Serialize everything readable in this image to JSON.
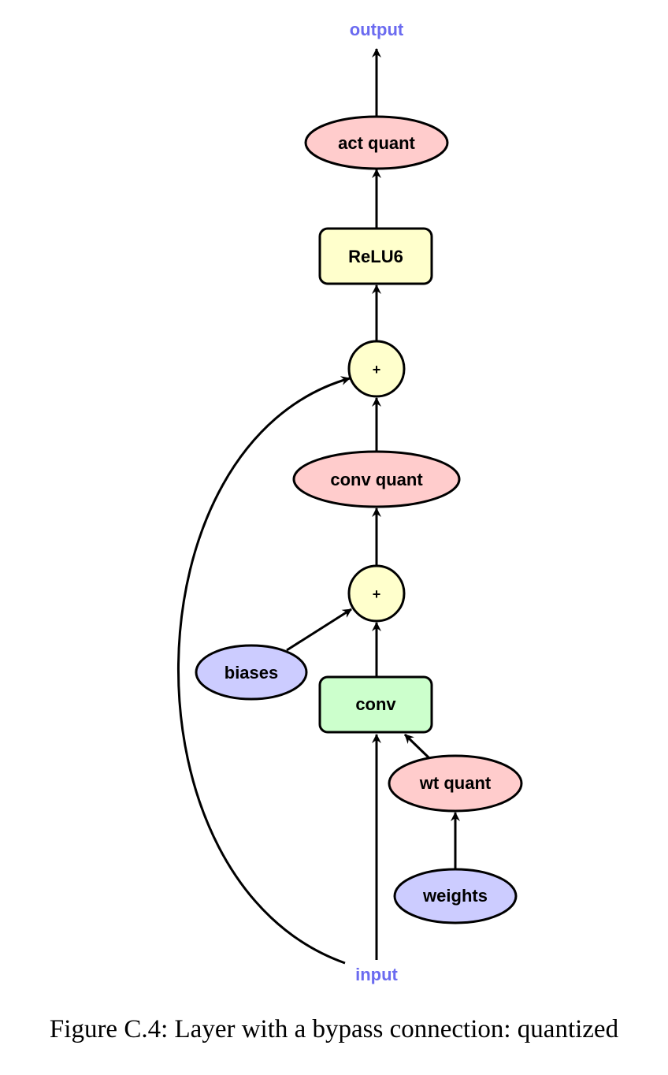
{
  "diagram": {
    "nodes": {
      "output": "output",
      "act_quant": "act quant",
      "relu6": "ReLU6",
      "add_top": "+",
      "conv_quant": "conv quant",
      "add_bottom": "+",
      "biases": "biases",
      "conv": "conv",
      "wt_quant": "wt quant",
      "weights": "weights",
      "input": "input"
    },
    "colors": {
      "quant": "#ffcccc",
      "op_box": "#ffffcc",
      "add_circle": "#ffffcc",
      "conv_box": "#ccffcc",
      "param": "#ccccff",
      "io_label": "#6b6bf0"
    }
  },
  "caption": "Figure C.4: Layer with a bypass connection: quantized"
}
